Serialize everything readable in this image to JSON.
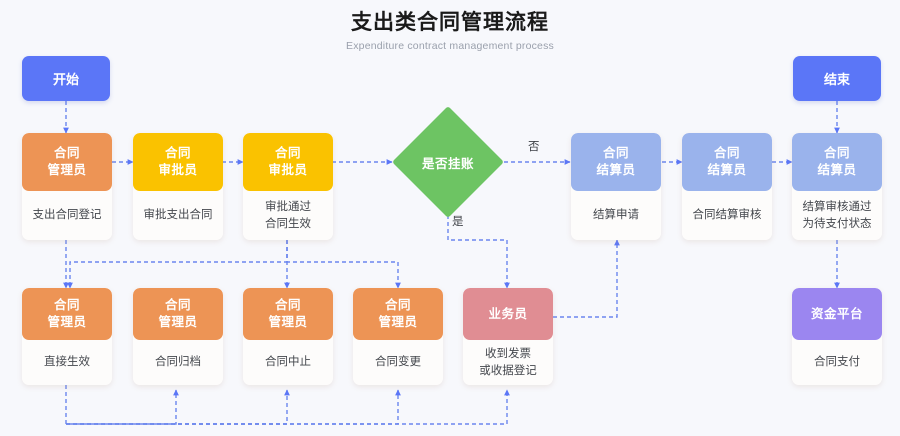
{
  "title": {
    "main": "支出类合同管理流程",
    "sub": "Expenditure contract management process"
  },
  "colors": {
    "background": "#f7f8fc",
    "terminator": "#5b76f7",
    "orange": "#ed9455",
    "yellow": "#fac200",
    "light_blue": "#9ab3ec",
    "green": "#6dc463",
    "rose": "#e08d93",
    "purple": "#9b86f0",
    "card_body": "#fdfcfb",
    "connector": "#6b86ee",
    "text_dark": "#44474d"
  },
  "terminators": [
    {
      "id": "start",
      "label": "开始"
    },
    {
      "id": "end",
      "label": "结束"
    }
  ],
  "decision": {
    "id": "is-on-account",
    "label": "是否挂账",
    "branches": [
      {
        "id": "branch-no",
        "label": "否"
      },
      {
        "id": "branch-yes",
        "label": "是"
      }
    ]
  },
  "nodes": [
    {
      "id": "contract-admin-register",
      "role": "合同\n管理员",
      "role_lines": [
        "合同",
        "管理员"
      ],
      "desc_lines": [
        "支出合同登记"
      ],
      "color": "orange"
    },
    {
      "id": "contract-approver-1",
      "role_lines": [
        "合同",
        "审批员"
      ],
      "desc_lines": [
        "审批支出合同"
      ],
      "color": "yellow"
    },
    {
      "id": "contract-approver-2",
      "role_lines": [
        "合同",
        "审批员"
      ],
      "desc_lines": [
        "审批通过",
        "合同生效"
      ],
      "color": "yellow"
    },
    {
      "id": "settlement-clerk-apply",
      "role_lines": [
        "合同",
        "结算员"
      ],
      "desc_lines": [
        "结算申请"
      ],
      "color": "light_blue"
    },
    {
      "id": "settlement-clerk-review",
      "role_lines": [
        "合同",
        "结算员"
      ],
      "desc_lines": [
        "合同结算审核"
      ],
      "color": "light_blue"
    },
    {
      "id": "settlement-clerk-pending",
      "role_lines": [
        "合同",
        "结算员"
      ],
      "desc_lines": [
        "结算审核通过",
        "为待支付状态"
      ],
      "color": "light_blue"
    },
    {
      "id": "contract-admin-effective",
      "role_lines": [
        "合同",
        "管理员"
      ],
      "desc_lines": [
        "直接生效"
      ],
      "color": "orange"
    },
    {
      "id": "contract-admin-archive",
      "role_lines": [
        "合同",
        "管理员"
      ],
      "desc_lines": [
        "合同归档"
      ],
      "color": "orange"
    },
    {
      "id": "contract-admin-suspend",
      "role_lines": [
        "合同",
        "管理员"
      ],
      "desc_lines": [
        "合同中止"
      ],
      "color": "orange"
    },
    {
      "id": "contract-admin-change",
      "role_lines": [
        "合同",
        "管理员"
      ],
      "desc_lines": [
        "合同变更"
      ],
      "color": "orange"
    },
    {
      "id": "salesperson-invoice",
      "role_lines": [
        "业务员"
      ],
      "desc_lines": [
        "收到发票",
        "或收据登记"
      ],
      "color": "rose"
    },
    {
      "id": "fund-platform-pay",
      "role_lines": [
        "资金平台"
      ],
      "desc_lines": [
        "合同支付"
      ],
      "color": "purple"
    }
  ],
  "labels": {
    "start": "开始",
    "end": "结束",
    "decision": "是否挂账",
    "no": "否",
    "yes": "是",
    "n0_role_l1": "合同",
    "n0_role_l2": "管理员",
    "n0_desc_l1": "支出合同登记",
    "n1_role_l1": "合同",
    "n1_role_l2": "审批员",
    "n1_desc_l1": "审批支出合同",
    "n2_role_l1": "合同",
    "n2_role_l2": "审批员",
    "n2_desc_l1": "审批通过",
    "n2_desc_l2": "合同生效",
    "n3_role_l1": "合同",
    "n3_role_l2": "结算员",
    "n3_desc_l1": "结算申请",
    "n4_role_l1": "合同",
    "n4_role_l2": "结算员",
    "n4_desc_l1": "合同结算审核",
    "n5_role_l1": "合同",
    "n5_role_l2": "结算员",
    "n5_desc_l1": "结算审核通过",
    "n5_desc_l2": "为待支付状态",
    "n6_role_l1": "合同",
    "n6_role_l2": "管理员",
    "n6_desc_l1": "直接生效",
    "n7_role_l1": "合同",
    "n7_role_l2": "管理员",
    "n7_desc_l1": "合同归档",
    "n8_role_l1": "合同",
    "n8_role_l2": "管理员",
    "n8_desc_l1": "合同中止",
    "n9_role_l1": "合同",
    "n9_role_l2": "管理员",
    "n9_desc_l1": "合同变更",
    "n10_role_l1": "业务员",
    "n10_desc_l1": "收到发票",
    "n10_desc_l2": "或收据登记",
    "n11_role_l1": "资金平台",
    "n11_desc_l1": "合同支付"
  }
}
